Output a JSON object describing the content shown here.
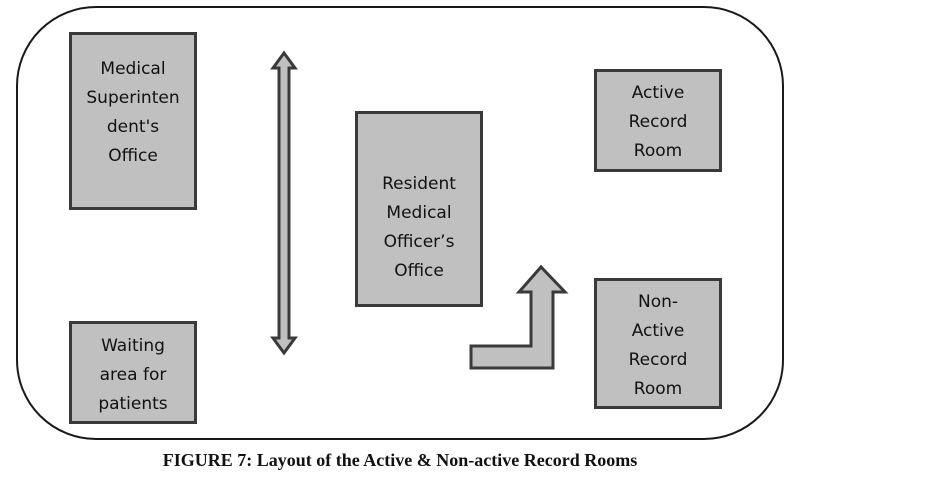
{
  "diagram": {
    "rooms": {
      "medical_superintendent": [
        "Medical",
        "Superinten",
        "dent's",
        "Office"
      ],
      "waiting_area": [
        "Waiting",
        "area for",
        "patients"
      ],
      "resident_medical_officer": [
        "Resident",
        "Medical",
        "Officer’s",
        "Office"
      ],
      "active_record_room": [
        "Active",
        "Record",
        "Room"
      ],
      "non_active_record_room": [
        "Non-",
        "Active",
        "Record",
        "Room"
      ]
    },
    "caption": "FIGURE 7: Layout of the Active & Non-active Record Rooms"
  },
  "colors": {
    "room_fill": "#c0c0c0",
    "room_border": "#3a3a3a",
    "frame_border": "#1a1a1a"
  }
}
